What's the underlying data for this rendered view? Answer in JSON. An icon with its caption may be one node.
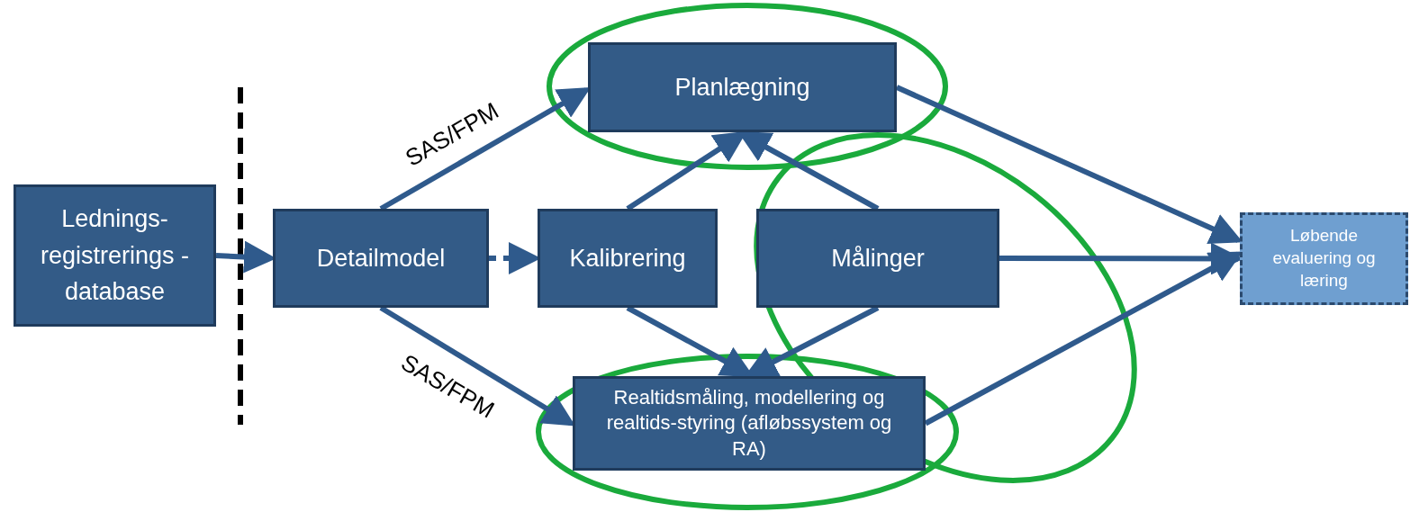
{
  "diagram": {
    "nodes": [
      {
        "text": [
          "Lednings- registrerings -database"
        ]
      },
      {
        "text": [
          "Detailmodel"
        ]
      },
      {
        "text": [
          "Planlægning"
        ]
      },
      {
        "text": [
          "Kalibrering"
        ]
      },
      {
        "text": [
          "Målinger"
        ]
      },
      {
        "text": [
          "Realtidsmåling,  modellering og realtids-styring (afløbssystem og RA)"
        ]
      },
      {
        "text": [
          "Løbende evaluering og læring"
        ]
      }
    ],
    "edges": [
      {
        "from": 0,
        "to": 1,
        "arrow": "to"
      },
      {
        "from": 1,
        "to": 3,
        "arrow": "to",
        "style": "dashed"
      },
      {
        "from": 1,
        "to": 2,
        "arrow": "to",
        "label": "SAS/FPM"
      },
      {
        "from": 1,
        "to": 5,
        "arrow": "to",
        "label": "SAS/FPM"
      },
      {
        "from": 3,
        "to": 2,
        "arrow": "to"
      },
      {
        "from": 4,
        "to": 2,
        "arrow": "to"
      },
      {
        "from": 3,
        "to": 5,
        "arrow": "to"
      },
      {
        "from": 4,
        "to": 5,
        "arrow": "to"
      },
      {
        "from": 2,
        "to": 6,
        "arrow": "to"
      },
      {
        "from": 4,
        "to": 6,
        "arrow": "to"
      },
      {
        "from": 5,
        "to": 6,
        "arrow": "to"
      }
    ]
  }
}
